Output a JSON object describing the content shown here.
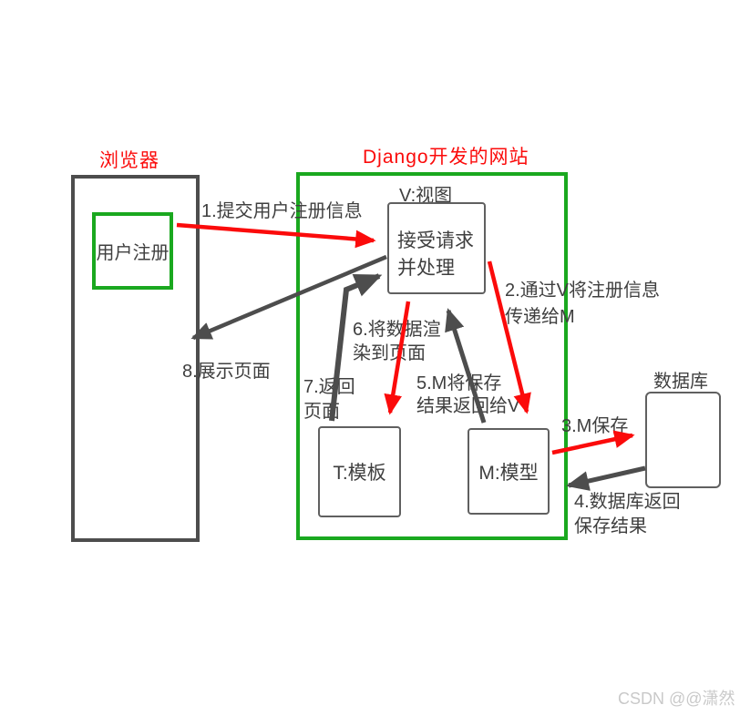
{
  "titles": {
    "browser": "浏览器",
    "django": "Django开发的网站"
  },
  "boxes": {
    "user_registration": "用户注册",
    "view_caption": "V:视图",
    "view_content": "接受请求\n并处理",
    "template": "T:模板",
    "model": "M:模型",
    "database_caption": "数据库"
  },
  "steps": {
    "s1": "1.提交用户注册信息",
    "s2": "2.通过V将注册信息\n传递给M",
    "s3": "3.M保存",
    "s4": "4.数据库返回\n保存结果",
    "s5": "5.M将保存\n结果返回给V",
    "s6": "6.将数据渲\n染到页面",
    "s7": "7.返回\n页面",
    "s8": "8.展示页面"
  },
  "watermark": "CSDN @@潇然",
  "colors": {
    "green": "#1aa81f",
    "red": "#fb0b0b",
    "dark": "#4d4d4d",
    "text": "#3f3f3f",
    "watermark": "#c9c9c9"
  }
}
